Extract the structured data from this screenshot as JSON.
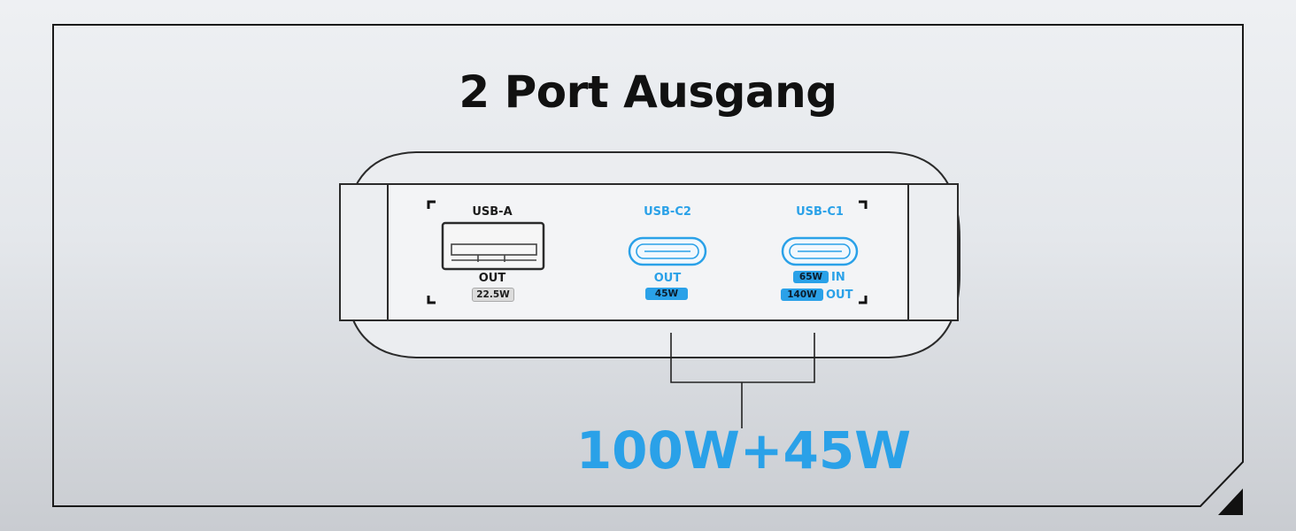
{
  "title": "2 Port Ausgang",
  "colors": {
    "accent": "#2aa1e8",
    "frame": "#1a1a1a",
    "device_outline": "#2b2b2b"
  },
  "ports": {
    "usb_a": {
      "name": "USB-A",
      "direction": "OUT",
      "power": "22.5W"
    },
    "usb_c2": {
      "name": "USB-C2",
      "direction": "OUT",
      "power": "45W"
    },
    "usb_c1": {
      "name": "USB-C1",
      "input_power": "65W",
      "input_label": "IN",
      "output_power": "140W",
      "output_label": "OUT"
    }
  },
  "total_output": "100W+45W",
  "icons": {
    "usb_a": "usb-a-port-icon",
    "usb_c": "usb-c-port-icon"
  }
}
